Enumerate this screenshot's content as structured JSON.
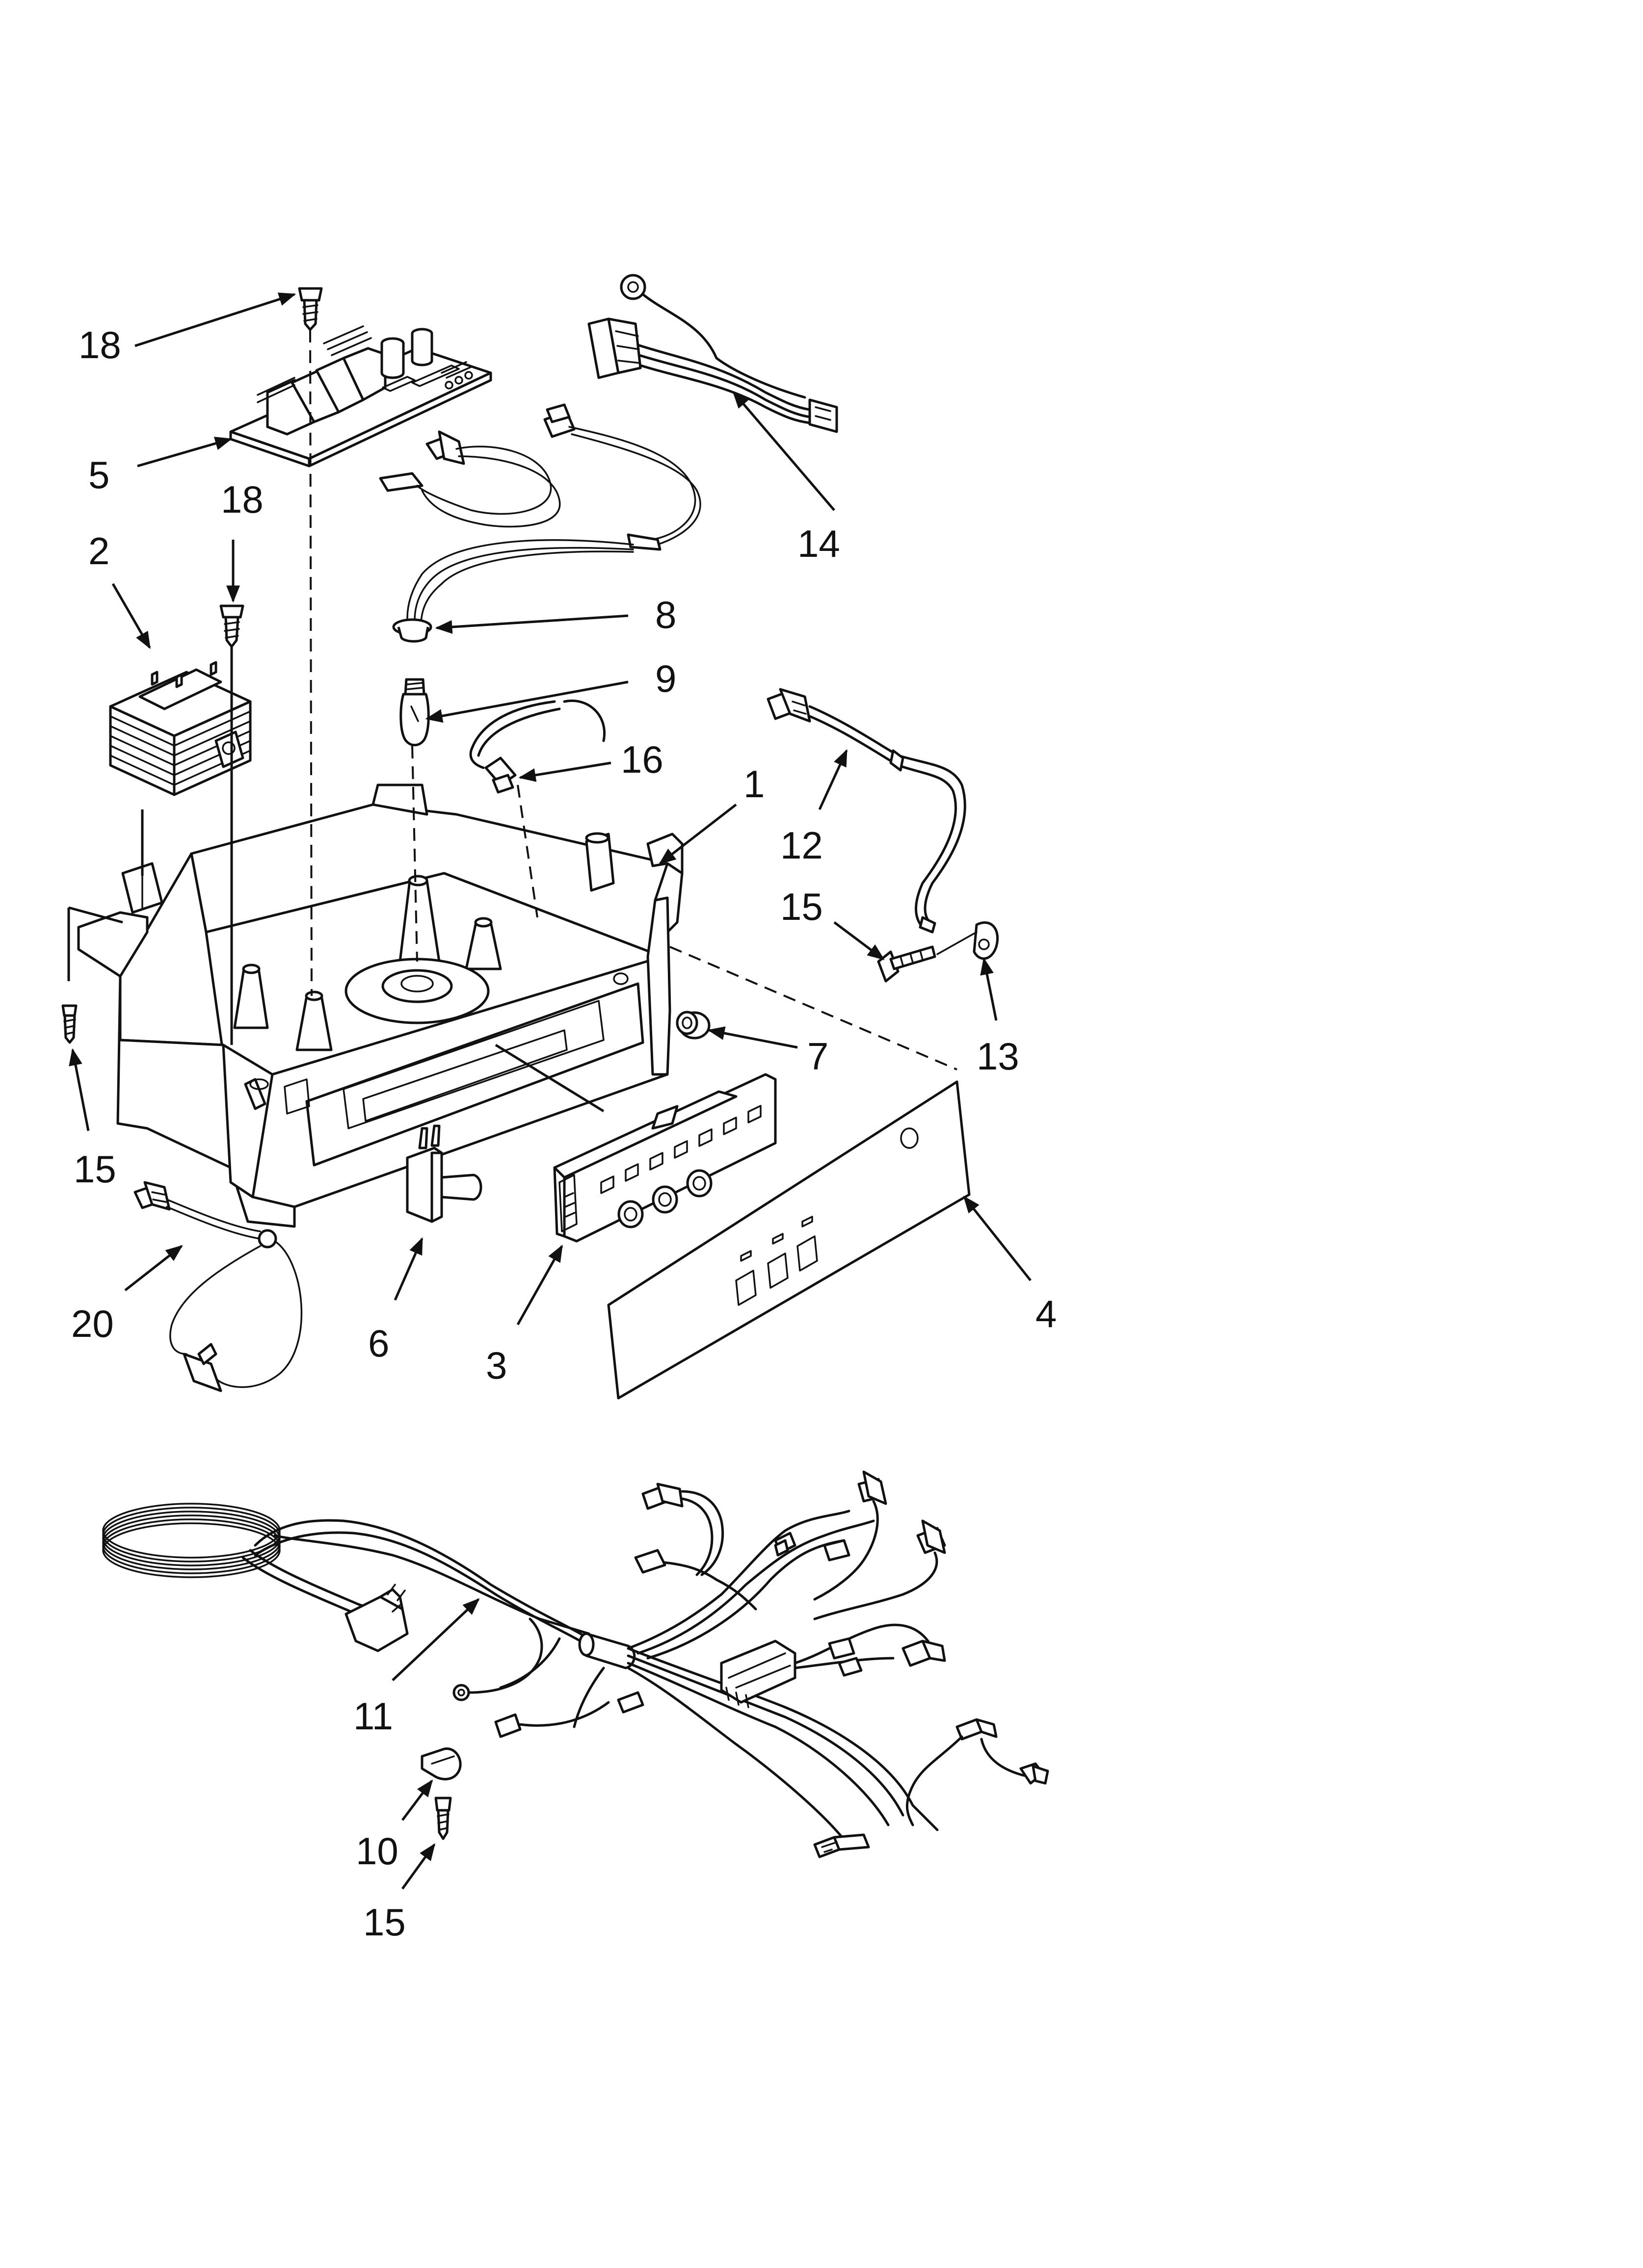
{
  "callouts": [
    {
      "id": "18a",
      "text": "18"
    },
    {
      "id": "5",
      "text": "5"
    },
    {
      "id": "18b",
      "text": "18"
    },
    {
      "id": "2",
      "text": "2"
    },
    {
      "id": "14",
      "text": "14"
    },
    {
      "id": "8",
      "text": "8"
    },
    {
      "id": "9",
      "text": "9"
    },
    {
      "id": "16",
      "text": "16"
    },
    {
      "id": "1",
      "text": "1"
    },
    {
      "id": "12",
      "text": "12"
    },
    {
      "id": "15a",
      "text": "15"
    },
    {
      "id": "13",
      "text": "13"
    },
    {
      "id": "7",
      "text": "7"
    },
    {
      "id": "15b",
      "text": "15"
    },
    {
      "id": "4",
      "text": "4"
    },
    {
      "id": "20",
      "text": "20"
    },
    {
      "id": "6",
      "text": "6"
    },
    {
      "id": "3",
      "text": "3"
    },
    {
      "id": "11",
      "text": "11"
    },
    {
      "id": "10",
      "text": "10"
    },
    {
      "id": "15c",
      "text": "15"
    }
  ]
}
